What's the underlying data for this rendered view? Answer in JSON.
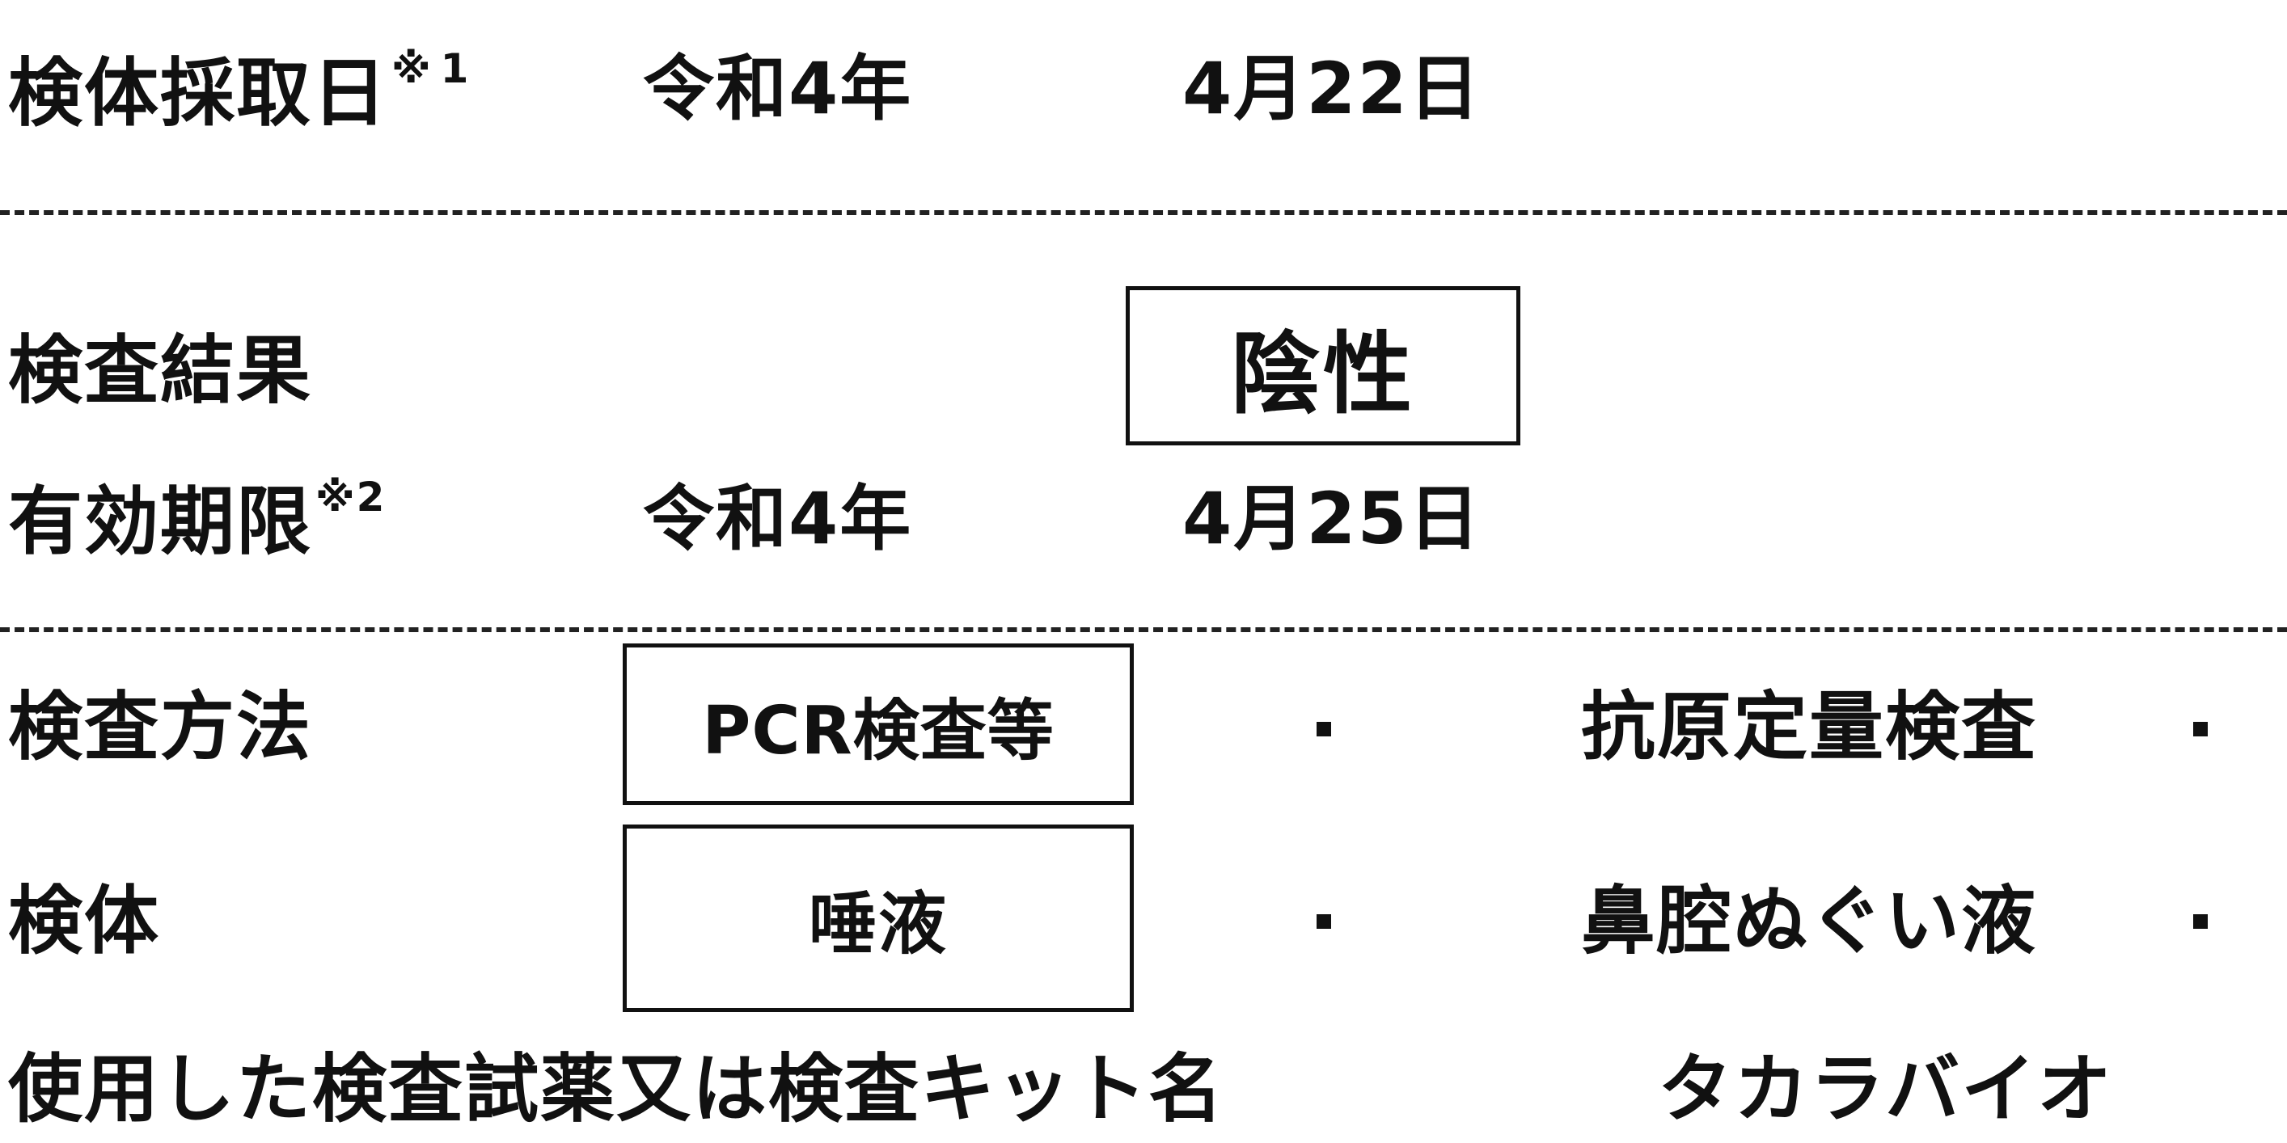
{
  "collection": {
    "label": "検体採取日",
    "note_mark": "※",
    "note_num": "1",
    "era_year": "令和4年",
    "month_day": "4月22日"
  },
  "result": {
    "label": "検査結果",
    "value": "陰性"
  },
  "validity": {
    "label": "有効期限",
    "note_mark": "※2",
    "era_year": "令和4年",
    "month_day": "4月25日"
  },
  "method": {
    "label": "検査方法",
    "options": [
      "PCR検査等",
      "抗原定量検査"
    ],
    "selected": "PCR検査等"
  },
  "specimen": {
    "label": "検体",
    "options": [
      "唾液",
      "鼻腔ぬぐい液"
    ],
    "selected": "唾液"
  },
  "kit": {
    "label": "使用した検査試薬又は検査キット名",
    "value": "タカラバイオ"
  },
  "colors": {
    "text": "#111111",
    "border": "#111111",
    "background": "#ffffff"
  }
}
